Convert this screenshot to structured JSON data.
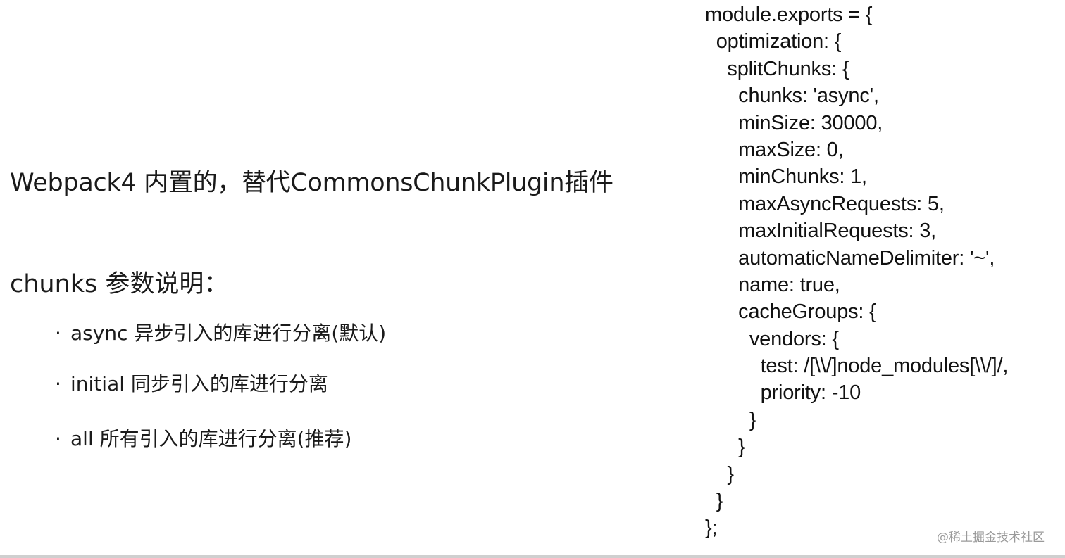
{
  "slide": {
    "title": "Webpack4 内置的，替代CommonsChunkPlugin插件",
    "subtitle": "chunks 参数说明：",
    "bullet_marker": "·",
    "bullets": [
      "async 异步引入的库进行分离(默认)",
      "initial  同步引入的库进行分离",
      "all  所有引入的库进行分离(推荐)"
    ],
    "code_lines": [
      "module.exports = {",
      "  optimization: {",
      "    splitChunks: {",
      "      chunks: 'async',",
      "      minSize: 30000,",
      "      maxSize: 0,",
      "      minChunks: 1,",
      "      maxAsyncRequests: 5,",
      "      maxInitialRequests: 3,",
      "      automaticNameDelimiter: '~',",
      "      name: true,",
      "      cacheGroups: {",
      "        vendors: {",
      "          test: /[\\\\/]node_modules[\\\\/]/,",
      "          priority: -10",
      "        }",
      "      }",
      "    }",
      "  }",
      "};"
    ],
    "watermark": "@稀土掘金技术社区"
  }
}
